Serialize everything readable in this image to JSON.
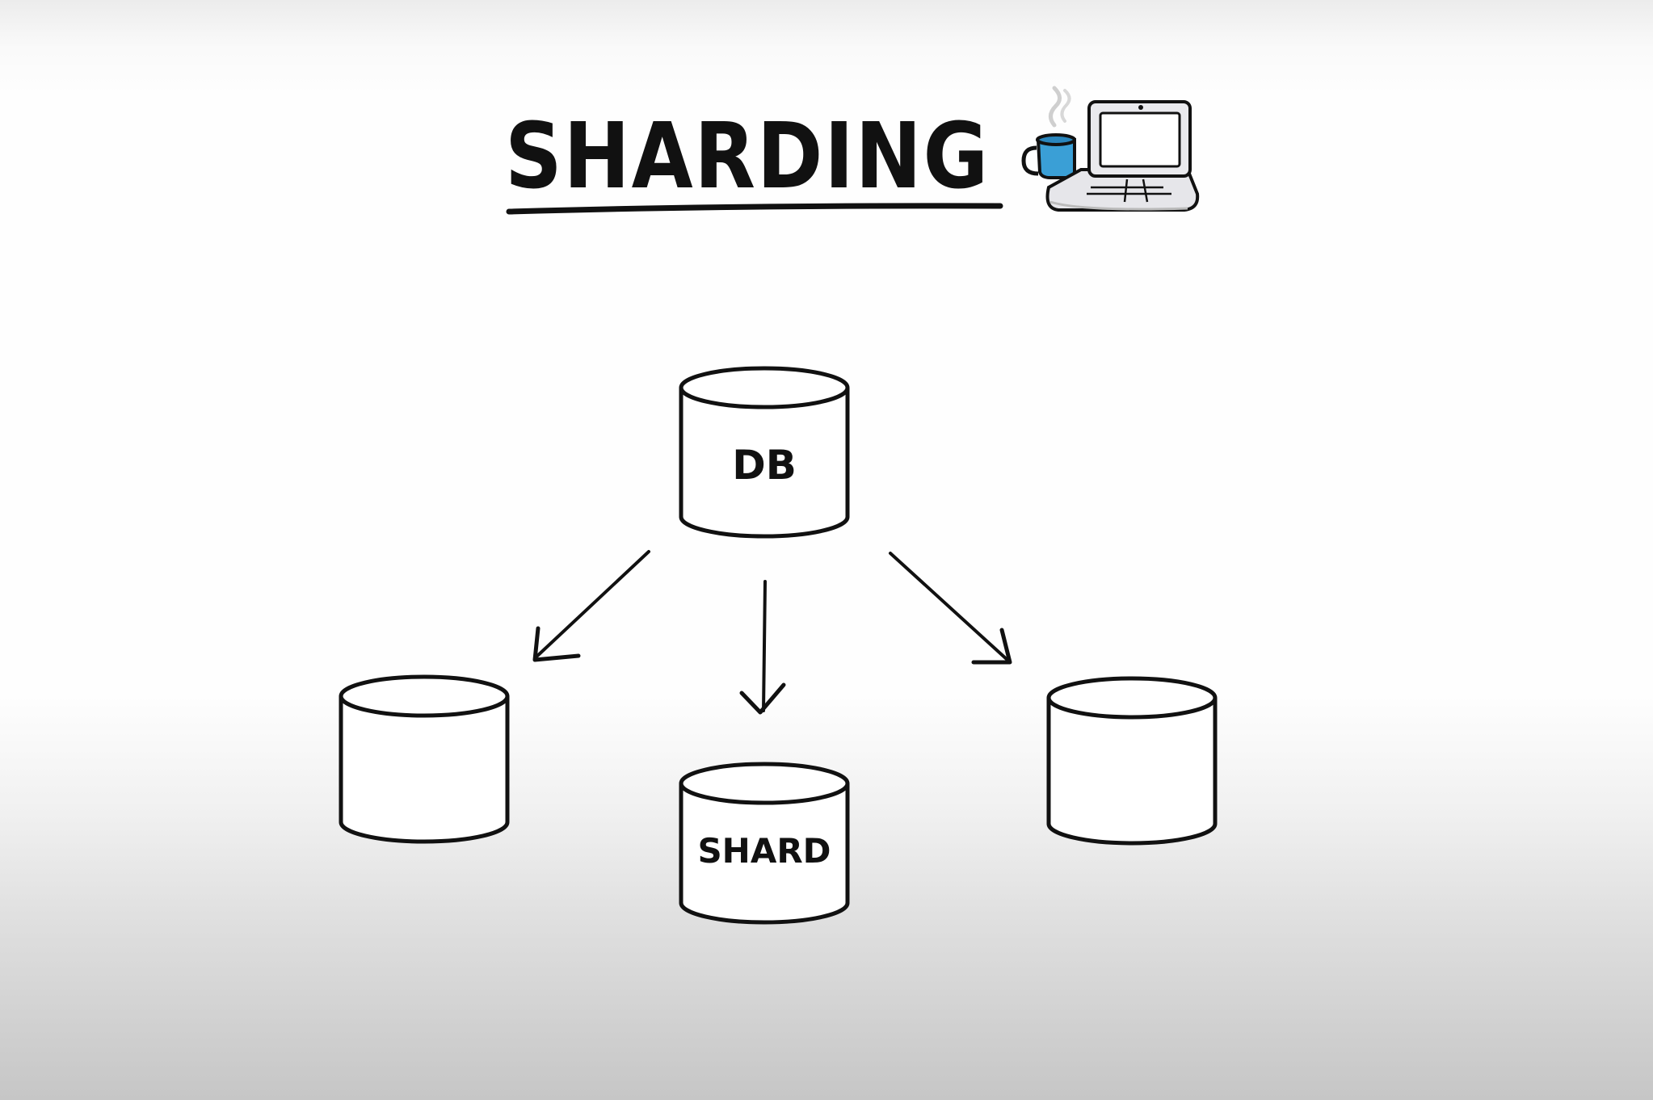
{
  "title": "SHARDING",
  "nodes": {
    "source_db": {
      "label": "DB"
    },
    "shard_left": {
      "label": ""
    },
    "shard_center": {
      "label": "SHARD"
    },
    "shard_right": {
      "label": ""
    }
  },
  "icons": {
    "mug": "coffee-mug-icon",
    "laptop": "laptop-icon"
  },
  "colors": {
    "ink": "#111111",
    "mug_blue": "#3a9fd6",
    "laptop_gray": "#e6e6ea"
  }
}
